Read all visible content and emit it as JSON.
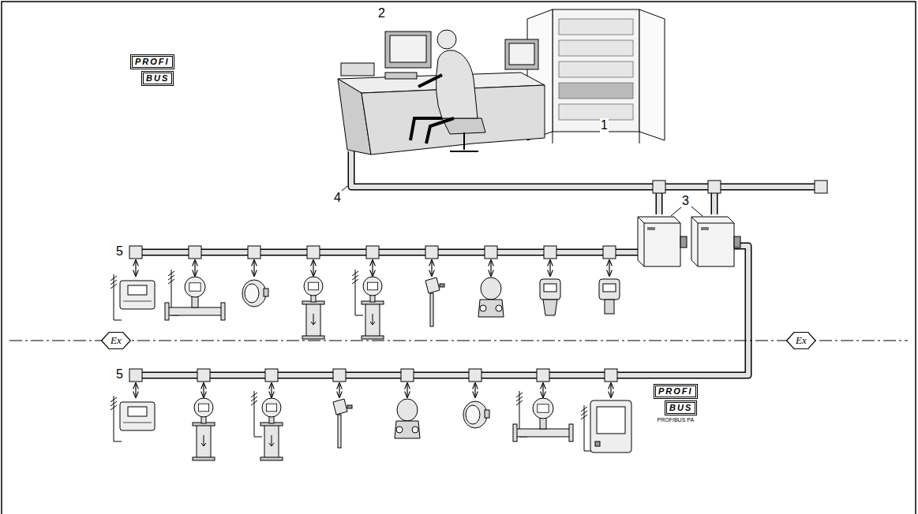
{
  "diagram": {
    "nodes": [
      {
        "text": [
          "PROFI",
          "BUS"
        ]
      },
      {
        "text": [
          "Ex"
        ]
      },
      {
        "text": [
          "Ex"
        ]
      },
      {
        "text": [
          "PROFI",
          "BUS",
          "PROFIBUS PA"
        ]
      }
    ],
    "labels": [
      "2",
      "1",
      "4",
      "3",
      "5",
      "5"
    ]
  }
}
